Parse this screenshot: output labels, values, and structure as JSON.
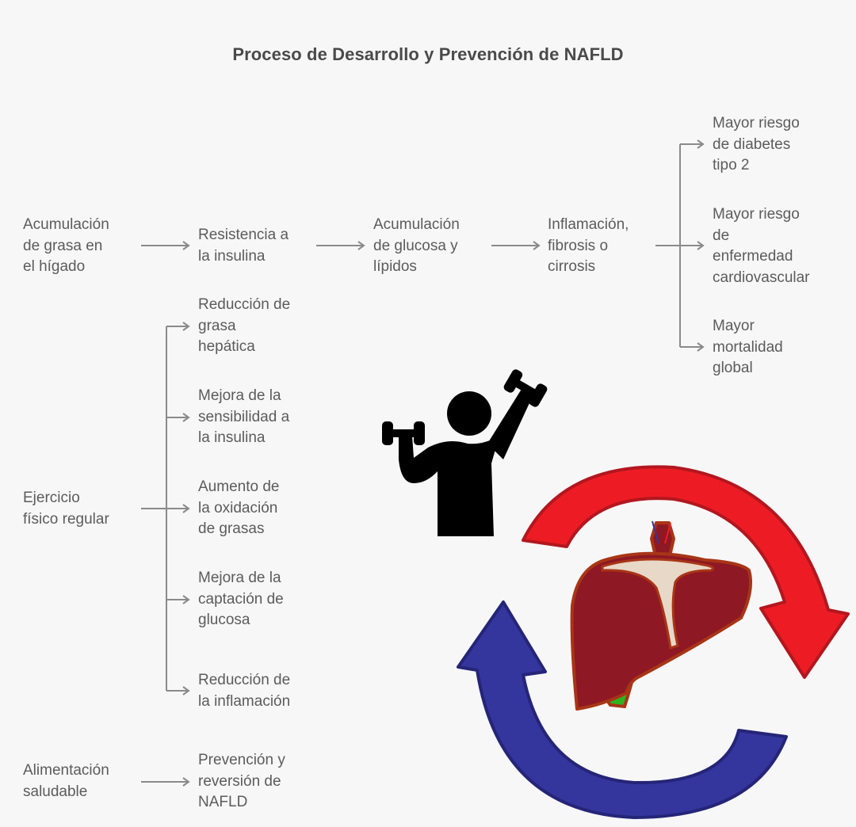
{
  "title": "Proceso de Desarrollo y Prevención de NAFLD",
  "chain": [
    {
      "label": "Acumulación\nde grasa en\nel hígado"
    },
    {
      "label": "Resistencia a\nla insulina"
    },
    {
      "label": "Acumulación\nde glucosa y\nlípidos"
    },
    {
      "label": "Inflamación,\nfibrosis o\ncirrosis"
    }
  ],
  "consequences": [
    {
      "label": "Mayor riesgo\nde diabetes\ntipo 2"
    },
    {
      "label": "Mayor riesgo\nde\nenfermedad\ncardiovascular"
    },
    {
      "label": "Mayor\nmortalidad\nglobal"
    }
  ],
  "exercise": {
    "label": "Ejercicio\nfísico regular",
    "benefits": [
      {
        "label": "Reducción de\ngrasa\nhepática"
      },
      {
        "label": "Mejora de la\nsensibilidad a\nla insulina"
      },
      {
        "label": "Aumento de\nla oxidación\nde grasas"
      },
      {
        "label": "Mejora de la\ncaptación de\nglucosa"
      },
      {
        "label": "Reducción de\nla inflamación"
      }
    ]
  },
  "diet": {
    "label": "Alimentación\nsaludable",
    "outcome": {
      "label": "Prevención y\nreversión de\nNAFLD"
    }
  },
  "illustrations": {
    "exercise_icon": "person-lifting-dumbbells",
    "liver_cycle_icon": "liver-with-cycle-arrows",
    "colors": {
      "arrow_red": "#ed1c24",
      "arrow_blue": "#35359e",
      "liver": "#8e1824",
      "liver_outline": "#a83516",
      "gallbladder": "#2db31f",
      "line_gray": "#8a8a8a"
    }
  }
}
